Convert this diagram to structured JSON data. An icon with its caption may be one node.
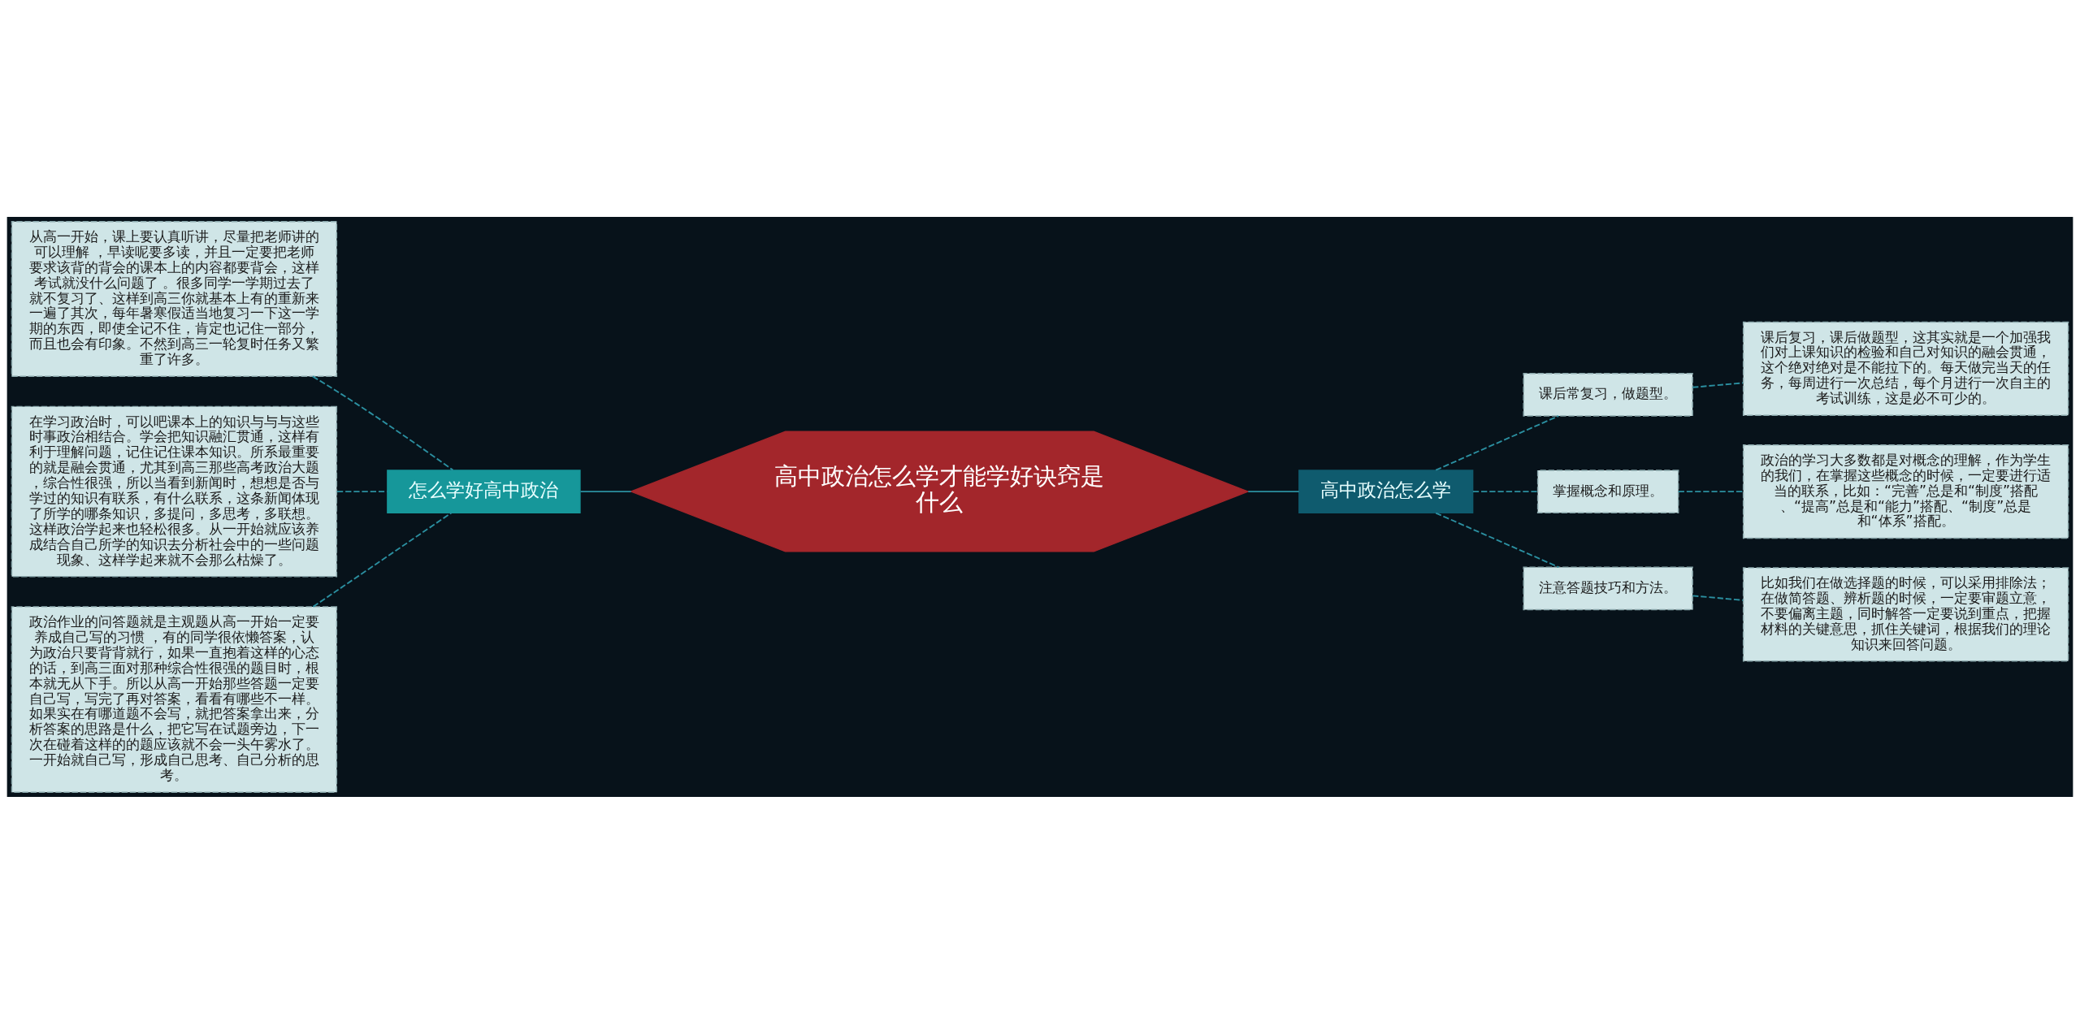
{
  "diagram": {
    "nodes": [
      {
        "text": [
          "高中政治怎么学才能学好诀窍是什么"
        ]
      },
      {
        "text": [
          "怎么学好高中政治"
        ]
      },
      {
        "text": [
          "从高一开始，课上要认真听讲，尽量把老师讲的可以理解 ，早读呢要多读，并且一定要把老师要求该背的背会的课本上的内容都要背会，这样考试就没什么问题了 。很多同学一学期过去了就不复习了、这样到高三你就基本上有的重新来一遍了其次，每年暑寒假适当地复习一下这一学期的东西，即使全记不住，肯定也记住一部分，而且也会有印象。不然到高三一轮复时任务又繁重了许多。"
        ]
      },
      {
        "text": [
          "在学习政治时，可以吧课本上的知识与与与这些时事政治相结合。学会把知识融汇贯通，这样有利于理解问题，记住记住课本知识。所系最重要的就是融会贯通，尤其到高三那些高考政治大题，综合性很强，所以当看到新闻时，想想是否与学过的知识有联系，有什么联系，这条新闻体现了所学的哪条知识，多提问，多思考，多联想。这样政治学起来也轻松很多。从一开始就应该养成结合自己所学的知识去分析社会中的一些问题现象、这样学起来就不会那么枯燥了。"
        ]
      },
      {
        "text": [
          "政治作业的问答题就是主观题从高一开始一定要养成自己写的习惯 ，有的同学很依懒答案，认为政治只要背背就行，如果一直抱着这样的心态的话，到高三面对那种综合性很强的题目时，根本就无从下手。所以从高一开始那些答题一定要自己写，写完了再对答案，看看有哪些不一样。如果实在有哪道题不会写，就把答案拿出来，分析答案的思路是什么，把它写在试题旁边，下一次在碰着这样的的题应该就不会一头午雾水了。一开始就自己写，形成自己思考、自己分析的思考。"
        ]
      },
      {
        "text": [
          "高中政治怎么学"
        ]
      },
      {
        "text": [
          "课后常复习，做题型。"
        ]
      },
      {
        "text": [
          "课后复习，课后做题型，这其实就是一个加强我们对上课知识的检验和自己对知识的融会贯通，这个绝对绝对是不能拉下的。每天做完当天的任务，每周进行一次总结，每个月进行一次自主的考试训练，这是必不可少的。"
        ]
      },
      {
        "text": [
          "掌握概念和原理。"
        ]
      },
      {
        "text": [
          "政治的学习大多数都是对概念的理解，作为学生的我们，在掌握这些概念的时候，一定要进行适当的联系，比如：“完善”总是和“制度”搭配、“提高”总是和“能力”搭配、“制度”总是和“体系”搭配。"
        ]
      },
      {
        "text": [
          "注意答题技巧和方法。"
        ]
      },
      {
        "text": [
          "比如我们在做选择题的时候，可以采用排除法；在做简答题、辨析题的时候，一定要审题立意，不要偏离主题，同时解答一定要说到重点，把握材料的关键意思，抓住关键词，根据我们的理论知识来回答问题。"
        ]
      }
    ],
    "edges": [
      {
        "from": 0,
        "to": 1,
        "arrow": "none"
      },
      {
        "from": 1,
        "to": 2,
        "arrow": "none",
        "style": "dashed"
      },
      {
        "from": 1,
        "to": 3,
        "arrow": "none",
        "style": "dashed"
      },
      {
        "from": 1,
        "to": 4,
        "arrow": "none",
        "style": "dashed"
      },
      {
        "from": 0,
        "to": 5,
        "arrow": "none"
      },
      {
        "from": 5,
        "to": 6,
        "arrow": "none",
        "style": "dashed"
      },
      {
        "from": 6,
        "to": 7,
        "arrow": "none",
        "style": "dashed"
      },
      {
        "from": 5,
        "to": 8,
        "arrow": "none",
        "style": "dashed"
      },
      {
        "from": 8,
        "to": 9,
        "arrow": "none",
        "style": "dashed"
      },
      {
        "from": 5,
        "to": 10,
        "arrow": "none",
        "style": "dashed"
      },
      {
        "from": 10,
        "to": 11,
        "arrow": "none",
        "style": "dashed"
      }
    ]
  }
}
